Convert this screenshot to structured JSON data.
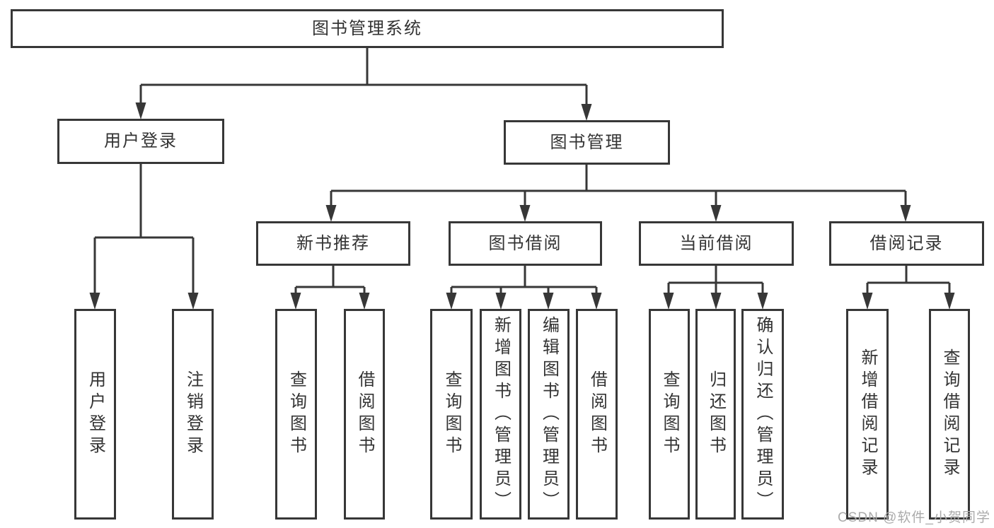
{
  "diagram": {
    "title": "图书管理系统",
    "tree": {
      "label": "图书管理系统",
      "children": [
        {
          "label": "用户登录",
          "children": [
            {
              "label": "用户登录"
            },
            {
              "label": "注销登录"
            }
          ]
        },
        {
          "label": "图书管理",
          "children": [
            {
              "label": "新书推荐",
              "children": [
                {
                  "label": "查询图书"
                },
                {
                  "label": "借阅图书"
                }
              ]
            },
            {
              "label": "图书借阅",
              "children": [
                {
                  "label": "查询图书"
                },
                {
                  "label": "新增图书（管理员）"
                },
                {
                  "label": "编辑图书（管理员）"
                },
                {
                  "label": "借阅图书"
                }
              ]
            },
            {
              "label": "当前借阅",
              "children": [
                {
                  "label": "查询图书"
                },
                {
                  "label": "归还图书"
                },
                {
                  "label": "确认归还（管理员）"
                }
              ]
            },
            {
              "label": "借阅记录",
              "children": [
                {
                  "label": "新增借阅记录"
                },
                {
                  "label": "查询借阅记录"
                }
              ]
            }
          ]
        }
      ]
    }
  },
  "watermark": {
    "text": "CSDN @软件_小贺同学"
  },
  "colors": {
    "line": "#373737",
    "text": "#333333",
    "background": "#ffffff",
    "watermark": "#ababab"
  }
}
